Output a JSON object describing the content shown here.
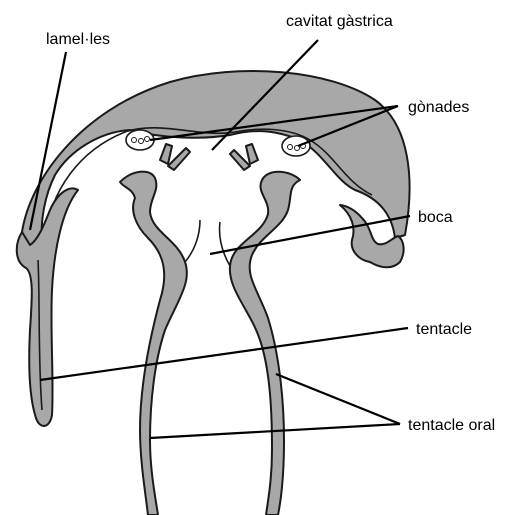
{
  "colors": {
    "body": "#a8a8a8",
    "outline": "#1a1a1a",
    "background": "#ffffff"
  },
  "labels": {
    "lamelles": "lamel·les",
    "cavitat_gastrica": "cavitat gàstrica",
    "gonades": "gònades",
    "boca": "boca",
    "tentacle": "tentacle",
    "tentacle_oral": "tentacle oral"
  }
}
